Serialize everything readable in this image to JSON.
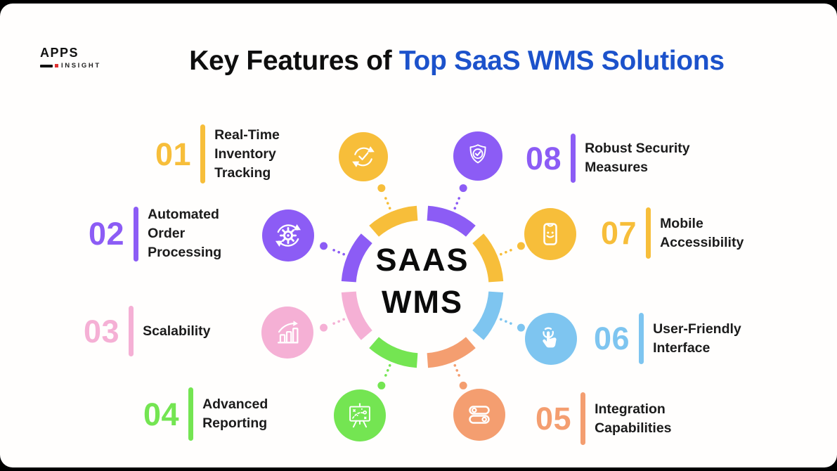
{
  "logo": {
    "line1": "APPS",
    "line2": "INSIGHT",
    "dot_color": "#e03131"
  },
  "title": {
    "prefix": "Key Features of ",
    "highlight": "Top SaaS WMS Solutions",
    "highlight_color": "#1c52cb"
  },
  "center": {
    "line1": "SAAS",
    "line2": "WMS"
  },
  "features": [
    {
      "id": "01",
      "number": "01",
      "label": "Real-Time\nInventory\nTracking",
      "color": "#f7be3a",
      "icon": "sync-check-icon"
    },
    {
      "id": "02",
      "number": "02",
      "label": "Automated\nOrder\nProcessing",
      "color": "#8c5cf5",
      "icon": "gear-automation-icon"
    },
    {
      "id": "03",
      "number": "03",
      "label": "Scalability",
      "color": "#f5b0d5",
      "icon": "growth-chart-icon"
    },
    {
      "id": "04",
      "number": "04",
      "label": "Advanced\nReporting",
      "color": "#74e552",
      "icon": "strategy-board-icon"
    },
    {
      "id": "05",
      "number": "05",
      "label": "Integration\nCapabilities",
      "color": "#f49e70",
      "icon": "toggle-switches-icon"
    },
    {
      "id": "06",
      "number": "06",
      "label": "User-Friendly\nInterface",
      "color": "#7ec5f0",
      "icon": "tap-gesture-icon"
    },
    {
      "id": "07",
      "number": "07",
      "label": "Mobile\nAccessibility",
      "color": "#f7be3a",
      "icon": "mobile-phone-icon"
    },
    {
      "id": "08",
      "number": "08",
      "label": "Robust Security\nMeasures",
      "color": "#8c5cf5",
      "icon": "shield-check-icon"
    }
  ],
  "ring": {
    "segment_feature_ids_clockwise_from_top": [
      "08",
      "07",
      "06",
      "05",
      "04",
      "03",
      "02",
      "01"
    ]
  }
}
